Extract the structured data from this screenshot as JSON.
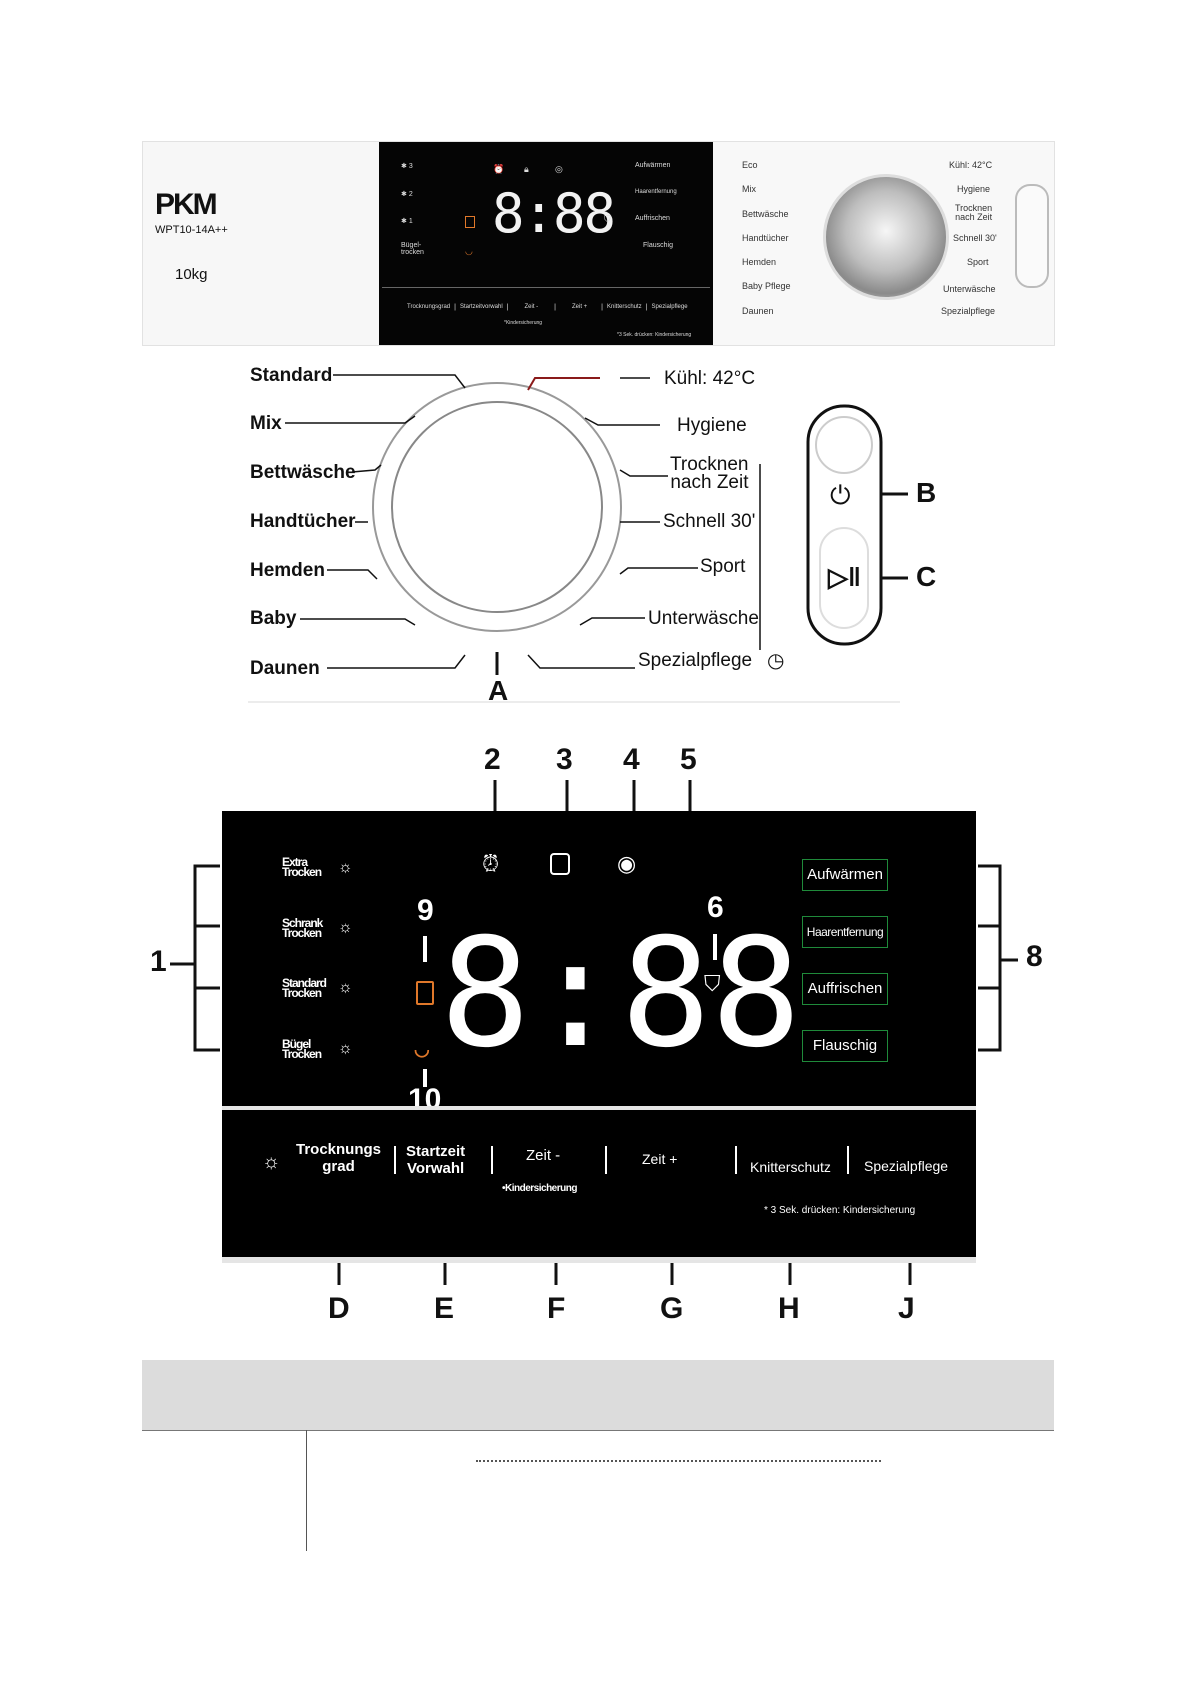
{
  "top_panel": {
    "brand": "PKM",
    "model": "WPT10-14A++",
    "capacity": "10kg",
    "display": {
      "levels": [
        "3",
        "2",
        "1"
      ],
      "buegel": "Bügel-\ntrocken",
      "digits": "8:88",
      "right_labels": [
        "Aufwärmen",
        "Haarentfernung",
        "Auffrischen",
        "Flauschig"
      ],
      "bottom_labels": [
        "Trocknungsgrad",
        "Startzeitvorwahl",
        "Zeit -",
        "Zeit +",
        "Knitterschutz",
        "Spezialpflege"
      ],
      "kinder_small": "*Kindersicherung",
      "note_small": "*3 Sek. drücken: Kindersicherung"
    },
    "programs_left": [
      "Eco",
      "Mix",
      "Bettwäsche",
      "Handtücher",
      "Hemden",
      "Baby Pflege",
      "Daunen"
    ],
    "programs_right": [
      "Kühl: 42°C",
      "Hygiene",
      "Trocknen\nnach Zeit",
      "Schnell 30'",
      "Sport",
      "Unterwäsche",
      "Spezialpflege"
    ]
  },
  "dial_diagram": {
    "left_labels": [
      "Standard",
      "Mix",
      "Bettwäsche",
      "Handtücher",
      "Hemden",
      "Baby",
      "Daunen"
    ],
    "right_labels": [
      "Kühl: 42°C",
      "Hygiene",
      "Trocknen\nnach Zeit",
      "Schnell 30'",
      "Sport",
      "Unterwäsche",
      "Spezialpflege"
    ],
    "letter_a": "A",
    "letter_b": "B",
    "letter_c": "C"
  },
  "display_diagram": {
    "top_numbers": [
      "2",
      "3",
      "4",
      "5"
    ],
    "left_number": "1",
    "right_number": "8",
    "num_6": "6",
    "num_9": "9",
    "num_10": "10",
    "dry_levels": [
      "Extra\nTrocken",
      "Schrank\nTrocken",
      "Standard\nTrocken",
      "Bügel\nTrocken"
    ],
    "digits": "8:88",
    "right_buttons": [
      "Aufwärmen",
      "Haarentfernung",
      "Auffrischen",
      "Flauschig"
    ],
    "bottom_buttons": [
      "Trocknungs\ngrad",
      "Startzeit\nVorwahl",
      "Zeit -",
      "Zeit +",
      "Knitterschutz",
      "Spezialpflege"
    ],
    "kinder": "•Kindersicherung",
    "note": "* 3 Sek. drücken: Kindersicherung",
    "bottom_letters": [
      "D",
      "E",
      "F",
      "G",
      "H",
      "J"
    ]
  },
  "colors": {
    "accent_green": "#1f8a3a",
    "orange": "#e0782a",
    "gray_band": "#dcdcdc"
  }
}
